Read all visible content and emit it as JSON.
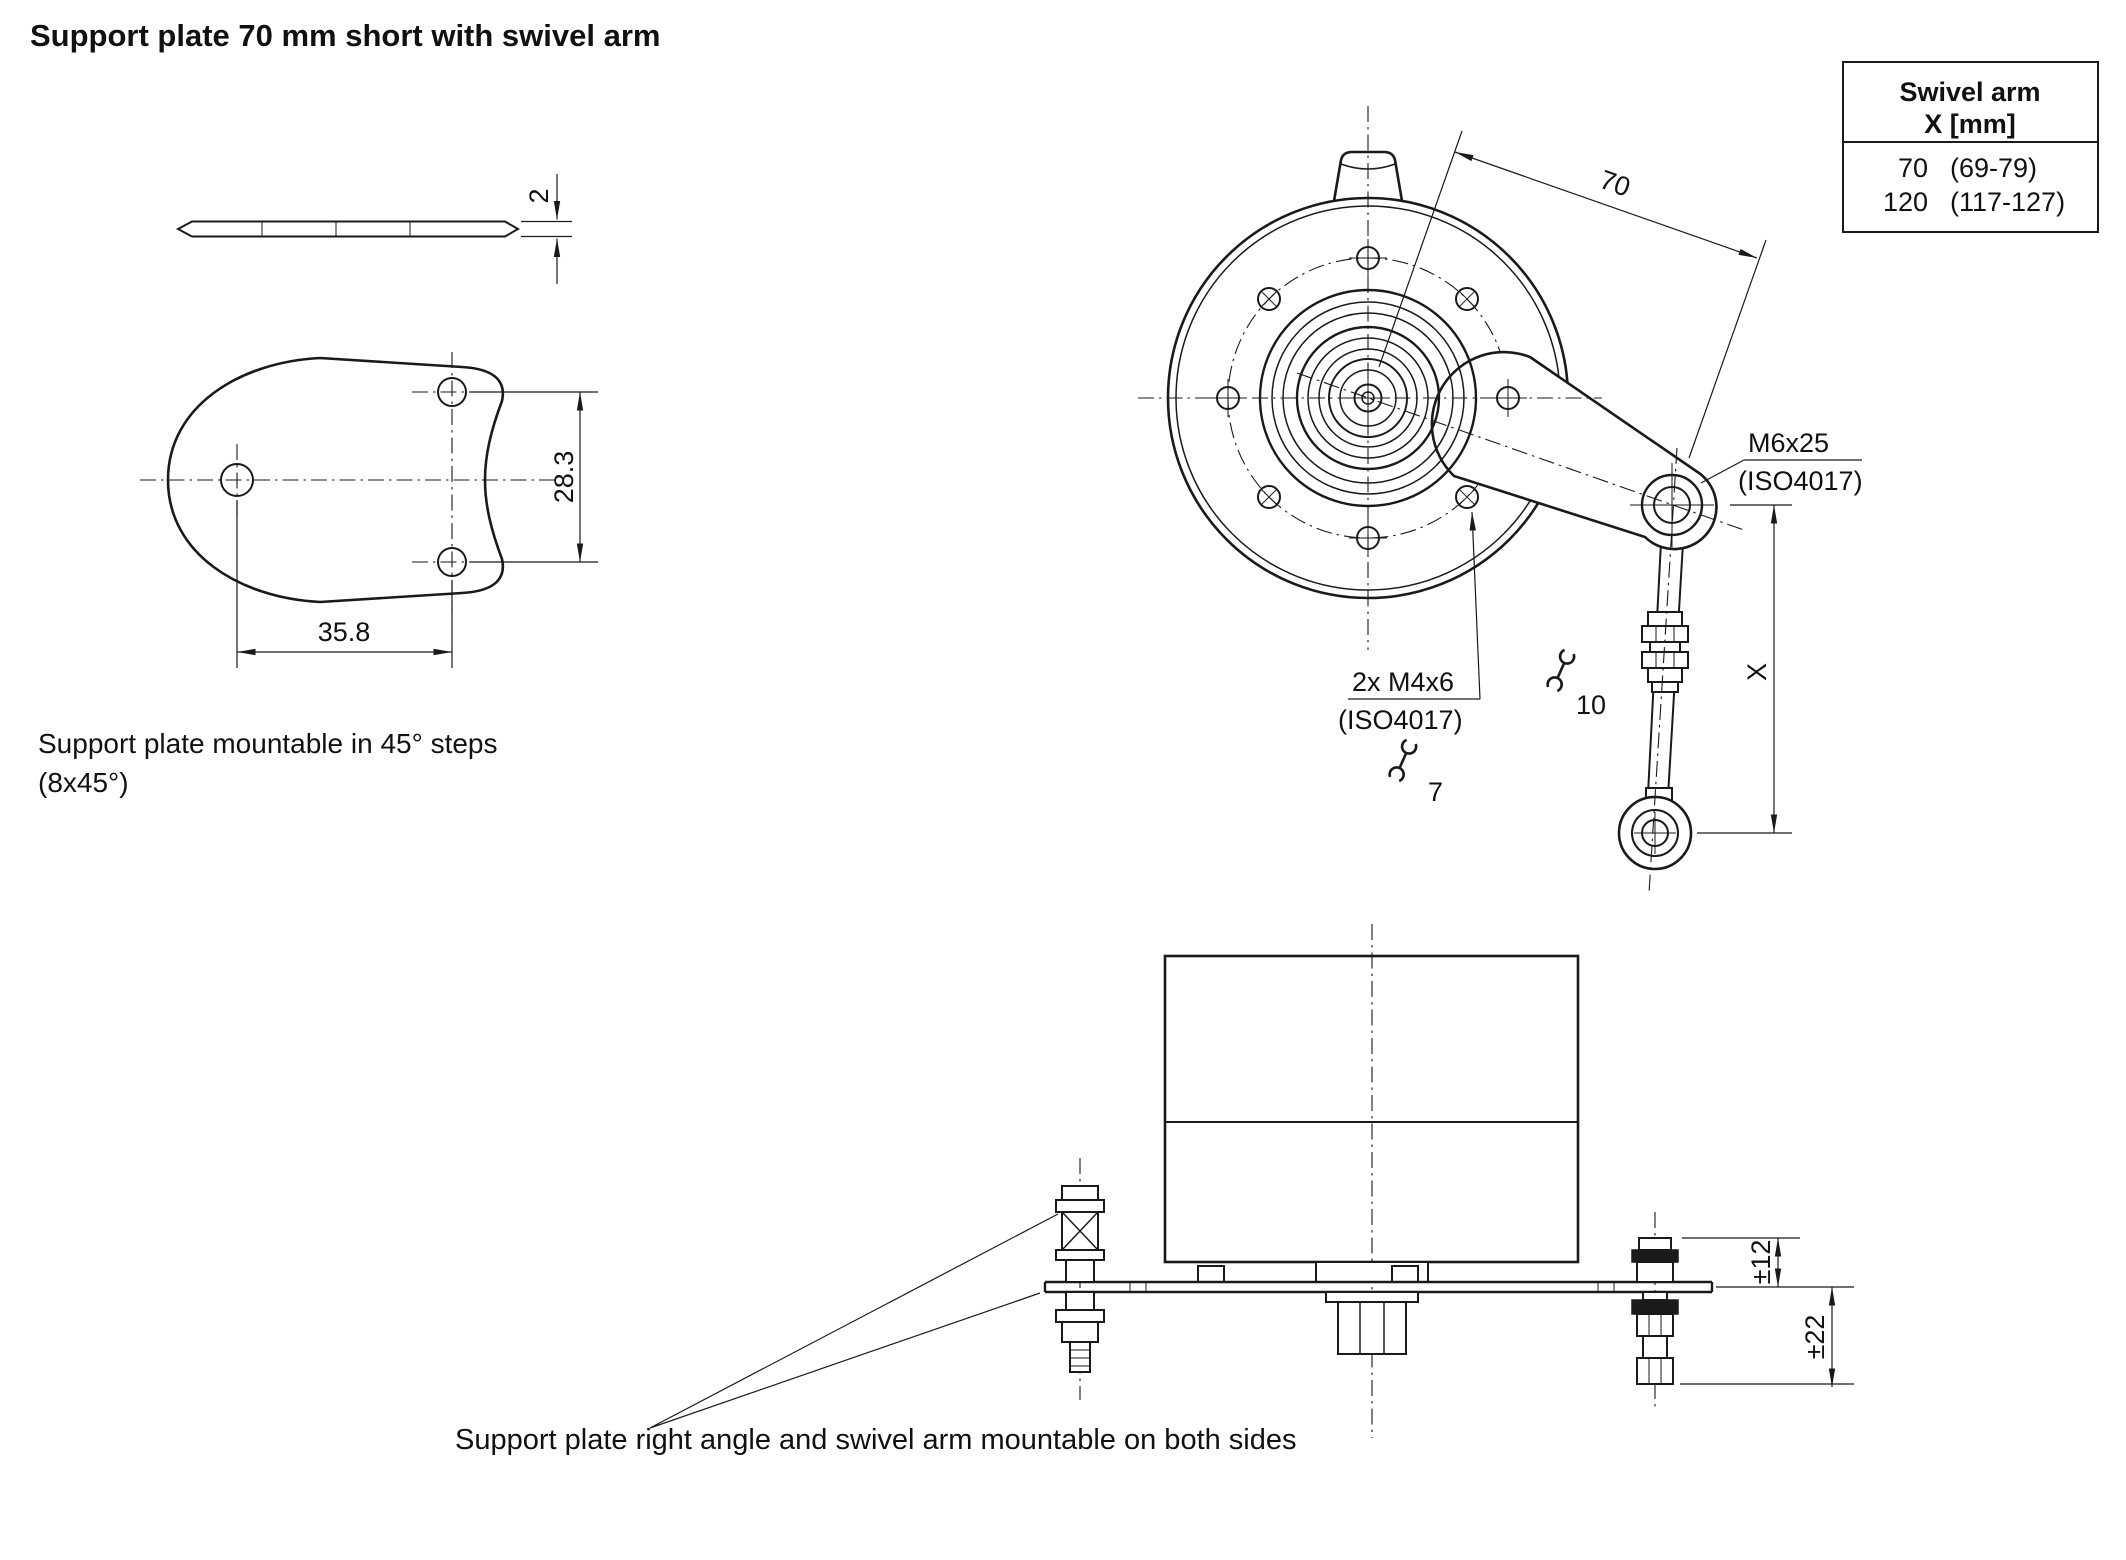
{
  "title": "Support plate 70 mm short with swivel arm",
  "swivel_table": {
    "header": [
      "Swivel arm",
      "X [mm]"
    ],
    "rows": [
      {
        "x": "70",
        "range": "(69-79)"
      },
      {
        "x": "120",
        "range": "(117-127)"
      }
    ]
  },
  "plate_views": {
    "thickness": "2",
    "hole_spacing_vertical": "28.3",
    "hole_spacing_horizontal": "35.8",
    "note": [
      "Support plate mountable in 45° steps",
      "(8x45°)"
    ]
  },
  "top_view": {
    "arm_length": "70",
    "arm_bolt": [
      "M6x25",
      "(ISO4017)"
    ],
    "plate_screws": [
      "2x M4x6",
      "(ISO4017)"
    ],
    "wrench_sizes": [
      "10",
      "7"
    ],
    "arm_dim": "X"
  },
  "side_view": {
    "tolerance_upper": "±12",
    "tolerance_lower": "±22",
    "caption": "Support plate right angle and swivel arm mountable on both sides"
  },
  "colors": {
    "line": "#1a1a1a",
    "text": "#111111",
    "background": "#ffffff"
  }
}
